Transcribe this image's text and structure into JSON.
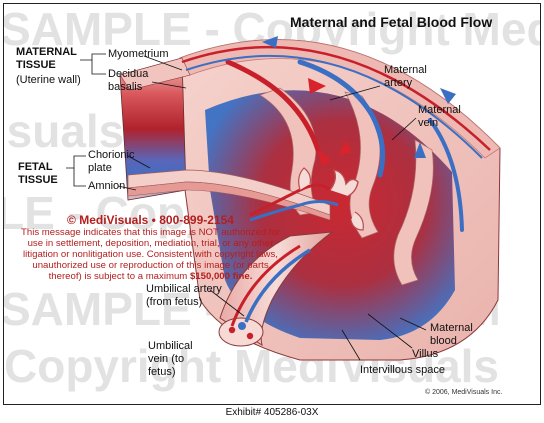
{
  "title": "Maternal and Fetal Blood Flow",
  "watermark": {
    "line1": "SAMPLE - Copyright MediVisuals",
    "line2": "Visuals - Copy",
    "line3": "LE - Copyright MediVis",
    "line4": "SAMPLE - Copyright M",
    "line5": "Copyright MediVisuals"
  },
  "labels": {
    "maternal_tissue": "MATERNAL TISSUE",
    "uterine_wall": "(Uterine wall)",
    "myometrium": "Myometrium",
    "decidua_basalis": "Decidua basalis",
    "fetal_tissue": "FETAL TISSUE",
    "chorionic_plate": "Chorionic plate",
    "amnion": "Amnion",
    "maternal_artery": "Maternal artery",
    "maternal_vein": "Maternal vein",
    "umbilical_artery": "Umbilical artery (from fetus)",
    "umbilical_vein": "Umbilical vein (to fetus)",
    "maternal_blood": "Maternal blood",
    "villus": "Villus",
    "intervillous_space": "Intervillous space"
  },
  "notice": {
    "head": "© MediVisuals • 800-899-2154",
    "body": "This message indicates that this image is NOT authorized for use in settlement, deposition, mediation, trial, or any other litigation or nonlitigation use.  Consistent with copyright laws, unauthorized use or reproduction of this image (or parts thereof) is subject to a maximum",
    "fine": "$150,000 fine."
  },
  "copyright": "© 2006, MediVisuals Inc.",
  "exhibit": "Exhibit# 405286-03X",
  "colors": {
    "arterial_red": "#c8202a",
    "venous_blue": "#3a6fc4",
    "tissue_pink": "#f2c4c0",
    "notice_red": "#b41e1e"
  }
}
